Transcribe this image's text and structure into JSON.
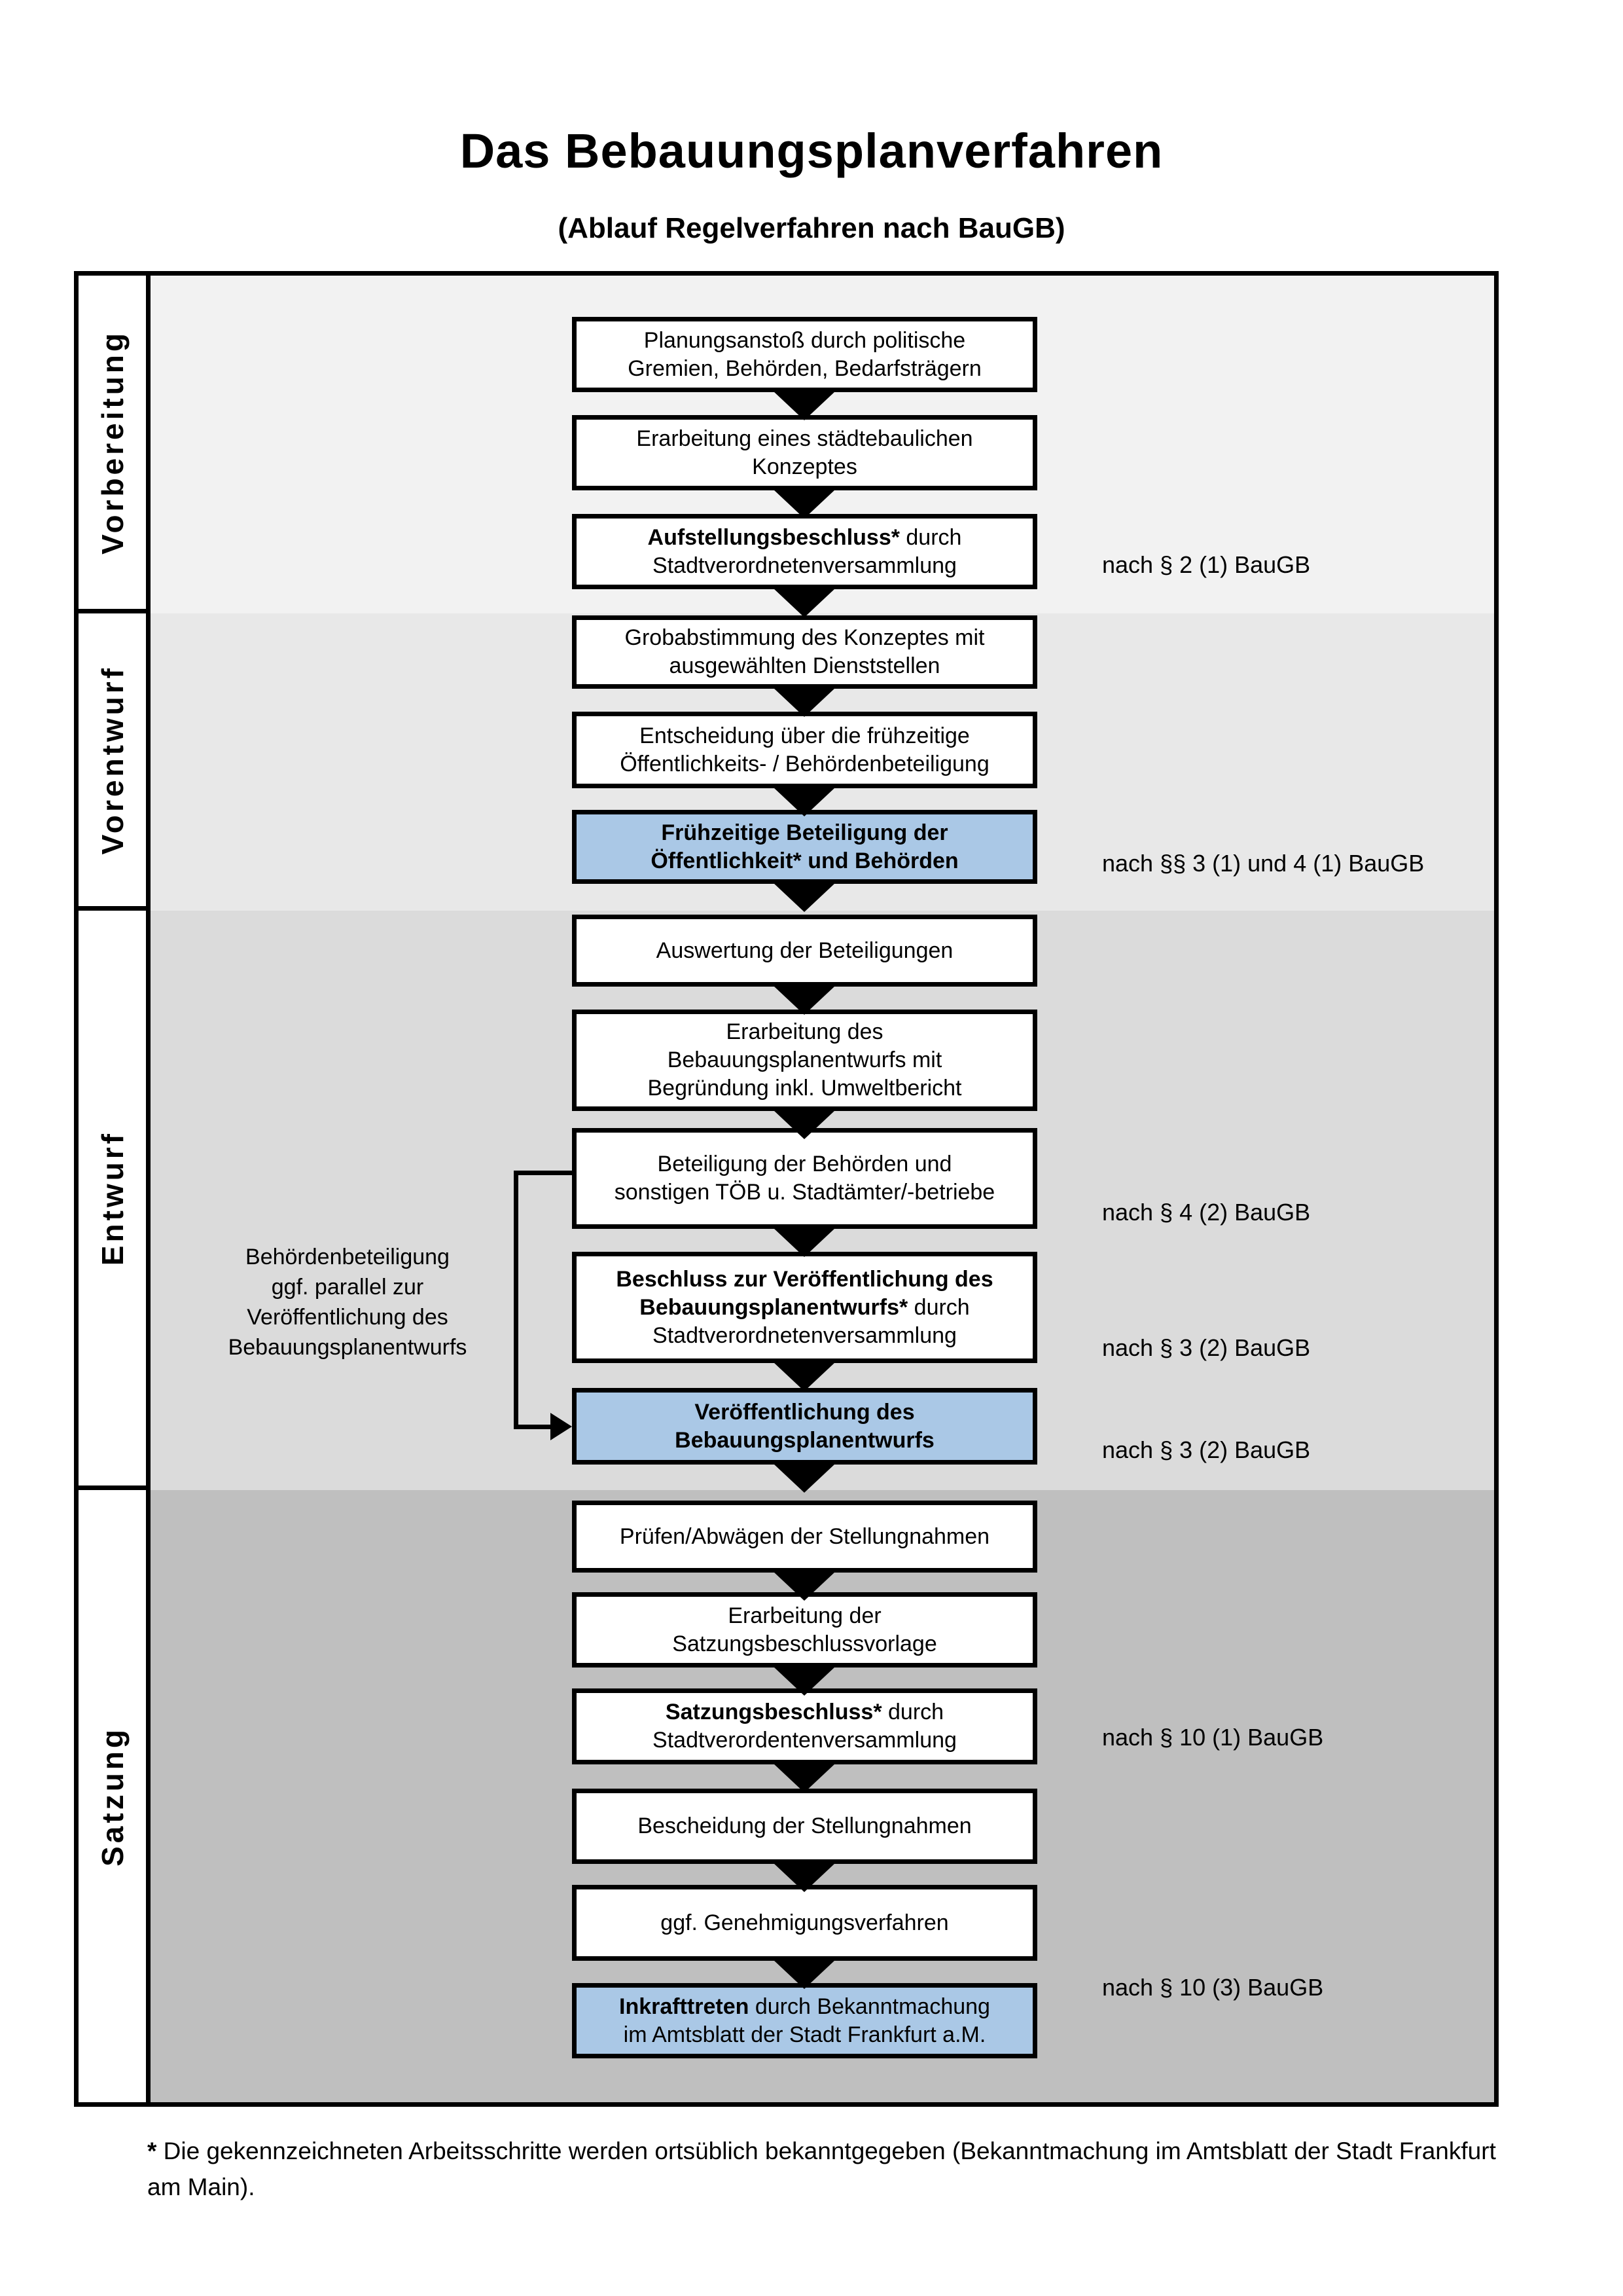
{
  "title": "Das Bebauungsplanverfahren",
  "subtitle": "(Ablauf Regelverfahren nach BauGB)",
  "sections": [
    {
      "label": "Vorbereitung"
    },
    {
      "label": "Vorentwurf"
    },
    {
      "label": "Entwurf"
    },
    {
      "label": "Satzung"
    }
  ],
  "boxes": [
    {
      "name": "planungsanstoss",
      "lines": [
        {
          "b": "",
          "t": "Planungsanstoß durch politische"
        },
        {
          "b": "",
          "t": "Gremien, Behörden, Bedarfsträgern"
        }
      ]
    },
    {
      "name": "staedtebauliches-konzept",
      "lines": [
        {
          "b": "",
          "t": "Erarbeitung eines städtebaulichen"
        },
        {
          "b": "",
          "t": "Konzeptes"
        }
      ]
    },
    {
      "name": "aufstellungsbeschluss",
      "lines": [
        {
          "b": "Aufstellungsbeschluss*",
          "t": " durch"
        },
        {
          "b": "",
          "t": "Stadtverordnetenversammlung"
        }
      ]
    },
    {
      "name": "grobabstimmung",
      "lines": [
        {
          "b": "",
          "t": "Grobabstimmung des Konzeptes mit"
        },
        {
          "b": "",
          "t": "ausgewählten Dienststellen"
        }
      ]
    },
    {
      "name": "entscheidung-beteiligung",
      "lines": [
        {
          "b": "",
          "t": "Entscheidung über die frühzeitige"
        },
        {
          "b": "",
          "t": "Öffentlichkeits- / Behördenbeteiligung"
        }
      ]
    },
    {
      "name": "fruehzeitige-beteiligung",
      "blue": true,
      "lines": [
        {
          "b": "Frühzeitige Beteiligung der",
          "t": ""
        },
        {
          "b": "Öffentlichkeit* und Behörden",
          "t": ""
        }
      ]
    },
    {
      "name": "auswertung",
      "lines": [
        {
          "b": "",
          "t": "Auswertung der Beteiligungen"
        }
      ]
    },
    {
      "name": "entwurf-erarbeitung",
      "lines": [
        {
          "b": "",
          "t": "Erarbeitung des"
        },
        {
          "b": "",
          "t": "Bebauungsplanentwurfs mit"
        },
        {
          "b": "",
          "t": "Begründung inkl. Umweltbericht"
        }
      ]
    },
    {
      "name": "behoerden-beteiligung",
      "lines": [
        {
          "b": "",
          "t": "Beteiligung der Behörden und"
        },
        {
          "b": "",
          "t": "sonstigen TÖB u. Stadtämter/-betriebe"
        }
      ]
    },
    {
      "name": "veroeffentlichungsbeschluss",
      "lines": [
        {
          "b": "Beschluss zur Veröffentlichung des",
          "t": ""
        },
        {
          "b": "Bebauungsplanentwurfs*",
          "t": " durch"
        },
        {
          "b": "",
          "t": "Stadtverordnetenversammlung"
        }
      ]
    },
    {
      "name": "veroeffentlichung",
      "blue": true,
      "lines": [
        {
          "b": "Veröffentlichung des",
          "t": ""
        },
        {
          "b": "Bebauungsplanentwurfs",
          "t": ""
        }
      ]
    },
    {
      "name": "pruefen-abwaegen",
      "lines": [
        {
          "b": "",
          "t": "Prüfen/Abwägen der Stellungnahmen"
        }
      ]
    },
    {
      "name": "satzungsbeschlussvorlage",
      "lines": [
        {
          "b": "",
          "t": "Erarbeitung der"
        },
        {
          "b": "",
          "t": "Satzungsbeschlussvorlage"
        }
      ]
    },
    {
      "name": "satzungsbeschluss",
      "lines": [
        {
          "b": "Satzungsbeschluss*",
          "t": " durch"
        },
        {
          "b": "",
          "t": "Stadtverordentenversammlung"
        }
      ]
    },
    {
      "name": "bescheidung",
      "lines": [
        {
          "b": "",
          "t": "Bescheidung der Stellungnahmen"
        }
      ]
    },
    {
      "name": "genehmigungsverfahren",
      "lines": [
        {
          "b": "",
          "t": "ggf. Genehmigungsverfahren"
        }
      ]
    },
    {
      "name": "inkrafttreten",
      "blue": true,
      "lines": [
        {
          "b": "Inkrafttreten",
          "t": " durch Bekanntmachung"
        },
        {
          "b": "",
          "t": "im Amtsblatt der Stadt Frankfurt a.M."
        }
      ]
    }
  ],
  "refs": [
    "nach § 2 (1) BauGB",
    "nach §§ 3 (1) und 4 (1) BauGB",
    "nach § 4 (2) BauGB",
    "nach § 3 (2) BauGB",
    "nach § 3 (2) BauGB",
    "nach § 10 (1) BauGB",
    "nach § 10 (3) BauGB"
  ],
  "sidenote": {
    "lines": [
      "Behördenbeteiligung",
      "ggf. parallel zur",
      "Veröffentlichung des",
      "Bebauungsplanentwurfs"
    ]
  },
  "footnote": {
    "marker": "*",
    "text": " Die gekennzeichneten Arbeitsschritte werden ortsüblich bekanntgegeben (Bekanntmachung im Amtsblatt der Stadt Frankfurt am Main)."
  },
  "colors": {
    "highlight_blue": "#aac8e6",
    "section_bg_vorbereitung": "#f2f2f2",
    "section_bg_vorentwurf": "#e8e8e8",
    "section_bg_entwurf": "#dbdbdb",
    "section_bg_satzung": "#bfbfbf",
    "line_black": "#000000"
  }
}
